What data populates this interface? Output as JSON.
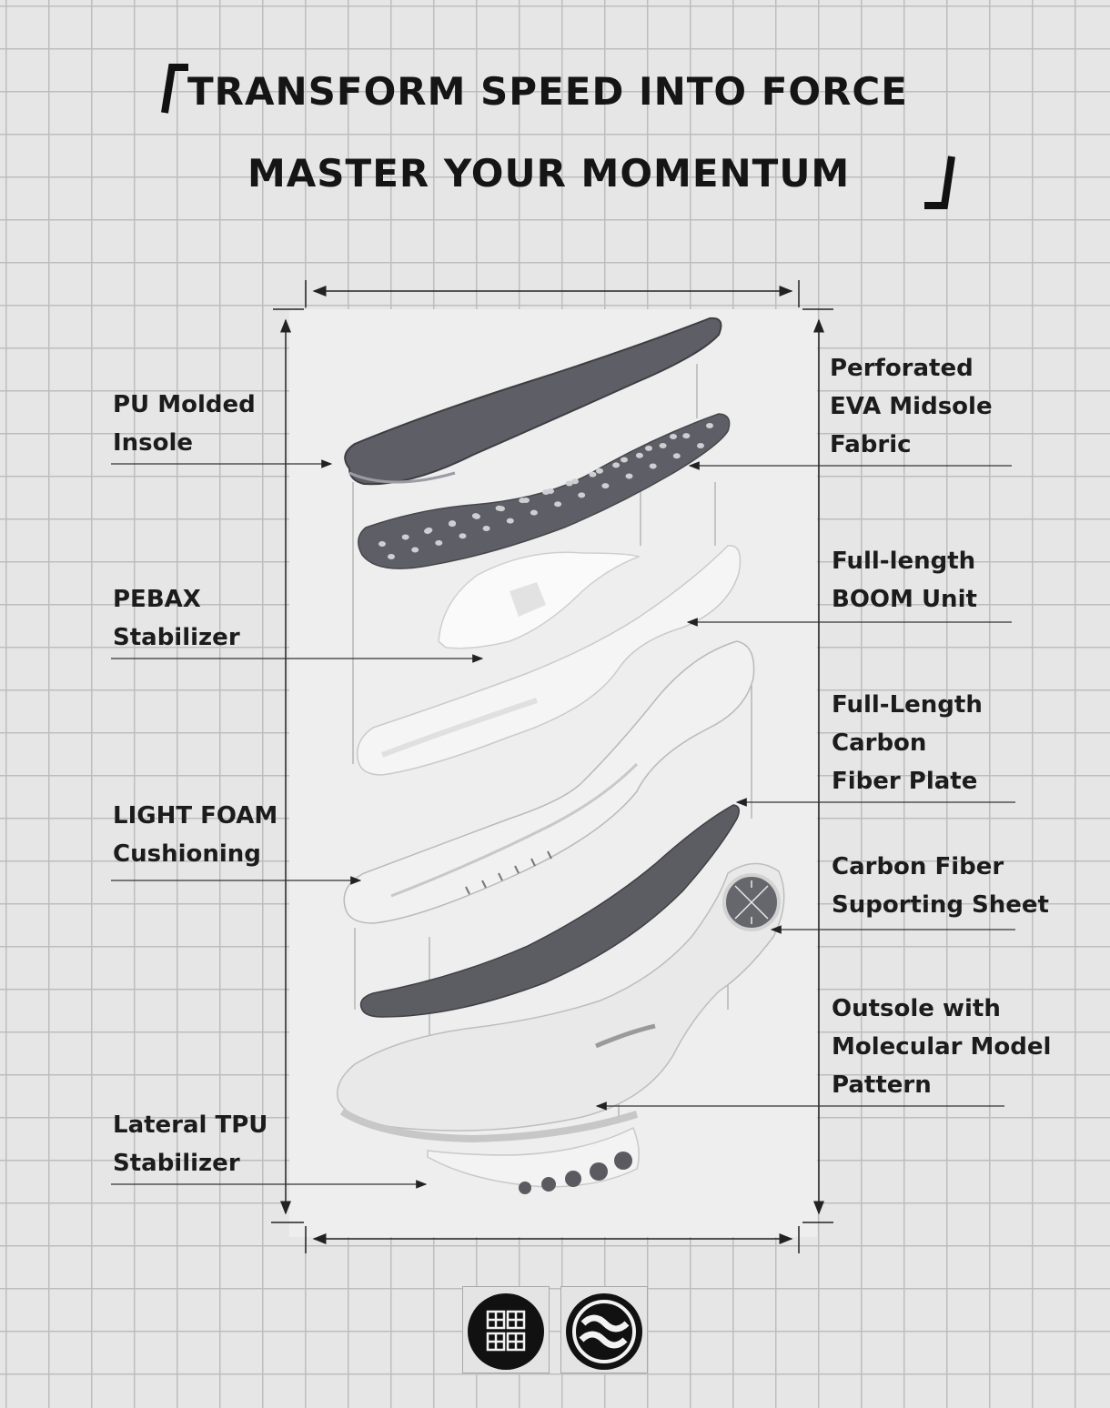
{
  "headline": {
    "line1": "TRANSFORM SPEED INTO FORCE",
    "line2": "MASTER YOUR MOMENTUM"
  },
  "left_labels": [
    {
      "lines": [
        "PU Molded",
        "Insole"
      ]
    },
    {
      "lines": [
        "PEBAX",
        "Stabilizer"
      ]
    },
    {
      "lines": [
        "LIGHT FOAM",
        "Cushioning"
      ]
    },
    {
      "lines": [
        "Lateral TPU",
        "Stabilizer"
      ]
    }
  ],
  "right_labels": [
    {
      "lines": [
        "Perforated",
        "EVA Midsole",
        "Fabric"
      ]
    },
    {
      "lines": [
        "Full-length",
        "BOOM Unit"
      ]
    },
    {
      "lines": [
        "Full-Length",
        "Carbon",
        "Fiber Plate"
      ]
    },
    {
      "lines": [
        "Carbon Fiber",
        "Suporting Sheet"
      ]
    },
    {
      "lines": [
        "Outsole with",
        "Molecular Model",
        "Pattern"
      ]
    }
  ],
  "colors": {
    "text": "#1c1c1c",
    "insole": "#5e5f66",
    "foam": "#f4f4f4",
    "line": "#555555"
  },
  "icons": [
    "brand-pattern-icon",
    "brand-wave-icon"
  ]
}
